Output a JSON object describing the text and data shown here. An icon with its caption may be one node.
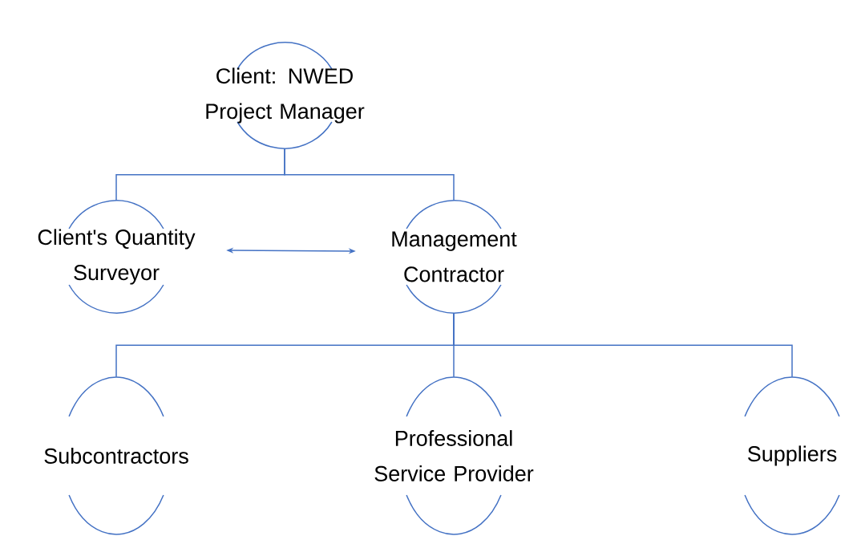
{
  "diagram": {
    "nodes": [
      {
        "text": [
          "Client: NWED Project Manager"
        ]
      },
      {
        "text": [
          "Client's Quantity Surveyor"
        ]
      },
      {
        "text": [
          "Management Contractor"
        ]
      },
      {
        "text": [
          "Subcontractors"
        ]
      },
      {
        "text": [
          "Professional Service Provider"
        ]
      },
      {
        "text": [
          "Suppliers"
        ]
      }
    ],
    "edges": [
      {
        "from": 0,
        "to": 1,
        "arrow": "none"
      },
      {
        "from": 0,
        "to": 2,
        "arrow": "none"
      },
      {
        "from": 1,
        "to": 2,
        "arrow": "both"
      },
      {
        "from": 2,
        "to": 3,
        "arrow": "none"
      },
      {
        "from": 2,
        "to": 4,
        "arrow": "none"
      },
      {
        "from": 2,
        "to": 5,
        "arrow": "none"
      }
    ]
  }
}
